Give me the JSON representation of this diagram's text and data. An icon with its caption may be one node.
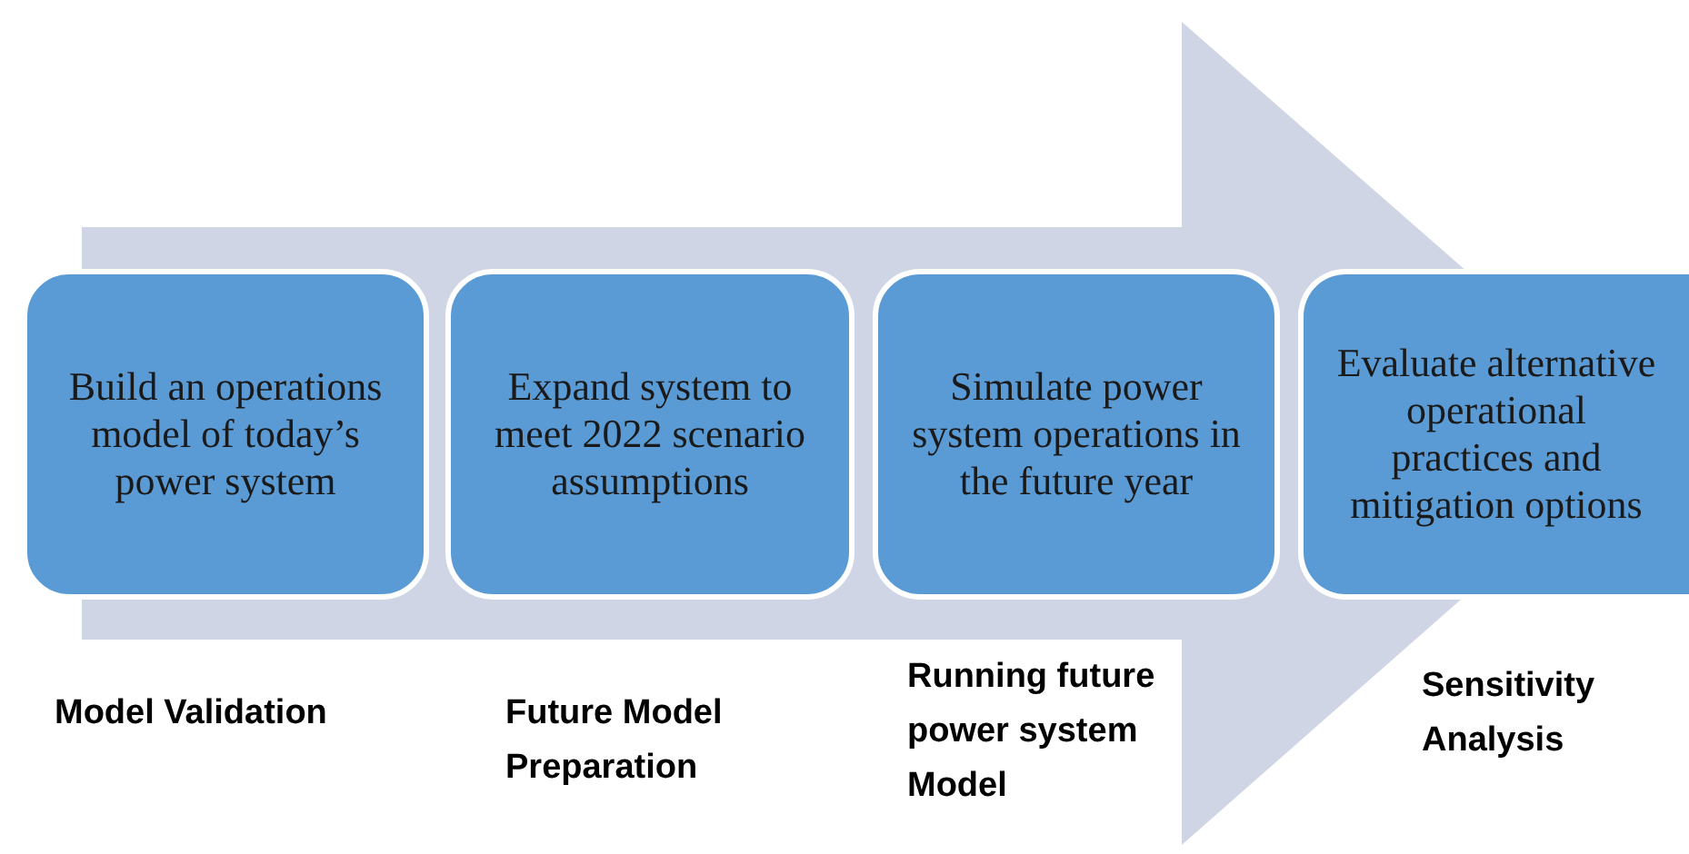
{
  "diagram": {
    "nodes": [
      {
        "text": [
          "Build an operations model of today’s power system"
        ],
        "beside": [
          "Model Validation"
        ]
      },
      {
        "text": [
          "Expand system to meet 2022 scenario assumptions"
        ],
        "beside": [
          "Future Model Preparation"
        ]
      },
      {
        "text": [
          "Simulate power system operations in the future year"
        ],
        "beside": [
          "Running future power system Model"
        ]
      },
      {
        "text": [
          "Evaluate alternative operational practices and mitigation options"
        ],
        "beside": [
          "Sensitivity Analysis"
        ]
      }
    ],
    "edges": [
      {
        "from": 0,
        "to": 3,
        "arrow": "to",
        "style": "thick"
      }
    ]
  }
}
